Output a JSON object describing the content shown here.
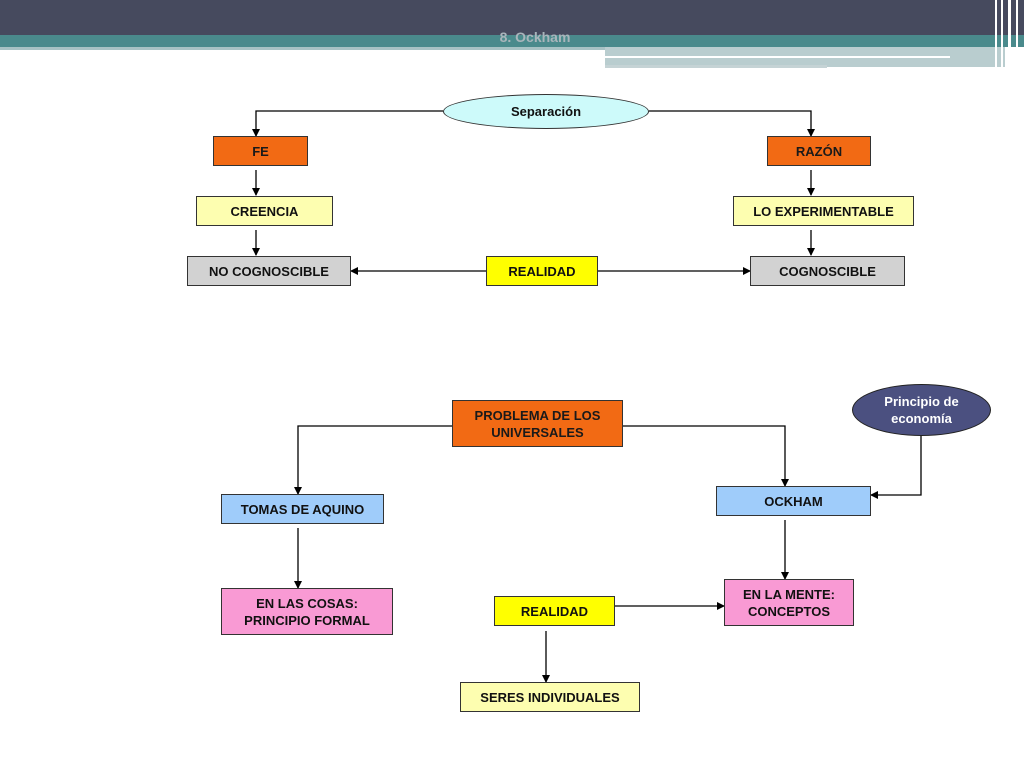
{
  "header": {
    "title": "8. Ockham"
  },
  "top": {
    "separacion": "Separación",
    "fe": "FE",
    "razon": "RAZÓN",
    "creencia": "CREENCIA",
    "experimentable": "LO EXPERIMENTABLE",
    "no_cognoscible": "NO COGNOSCIBLE",
    "realidad": "REALIDAD",
    "cognoscible": "COGNOSCIBLE"
  },
  "bottom": {
    "problema": "PROBLEMA DE LOS UNIVERSALES",
    "principio": "Principio de economía",
    "tomas": "TOMAS DE AQUINO",
    "ockham": "OCKHAM",
    "en_las_cosas": "EN LAS COSAS: PRINCIPIO FORMAL",
    "realidad": "REALIDAD",
    "en_la_mente": "EN LA MENTE: CONCEPTOS",
    "seres": "SERES INDIVIDUALES"
  },
  "colors": {
    "header_dark": "#464a5e",
    "header_teal": "#4a8a8c",
    "orange": "#f26a14",
    "light_yellow": "#fdfeb0",
    "gray": "#d2d2d2",
    "yellow": "#ffff00",
    "blue": "#9fccfa",
    "pink": "#f99ad4",
    "cyan_oval": "#cdfafa",
    "navy_oval": "#4b5080"
  }
}
